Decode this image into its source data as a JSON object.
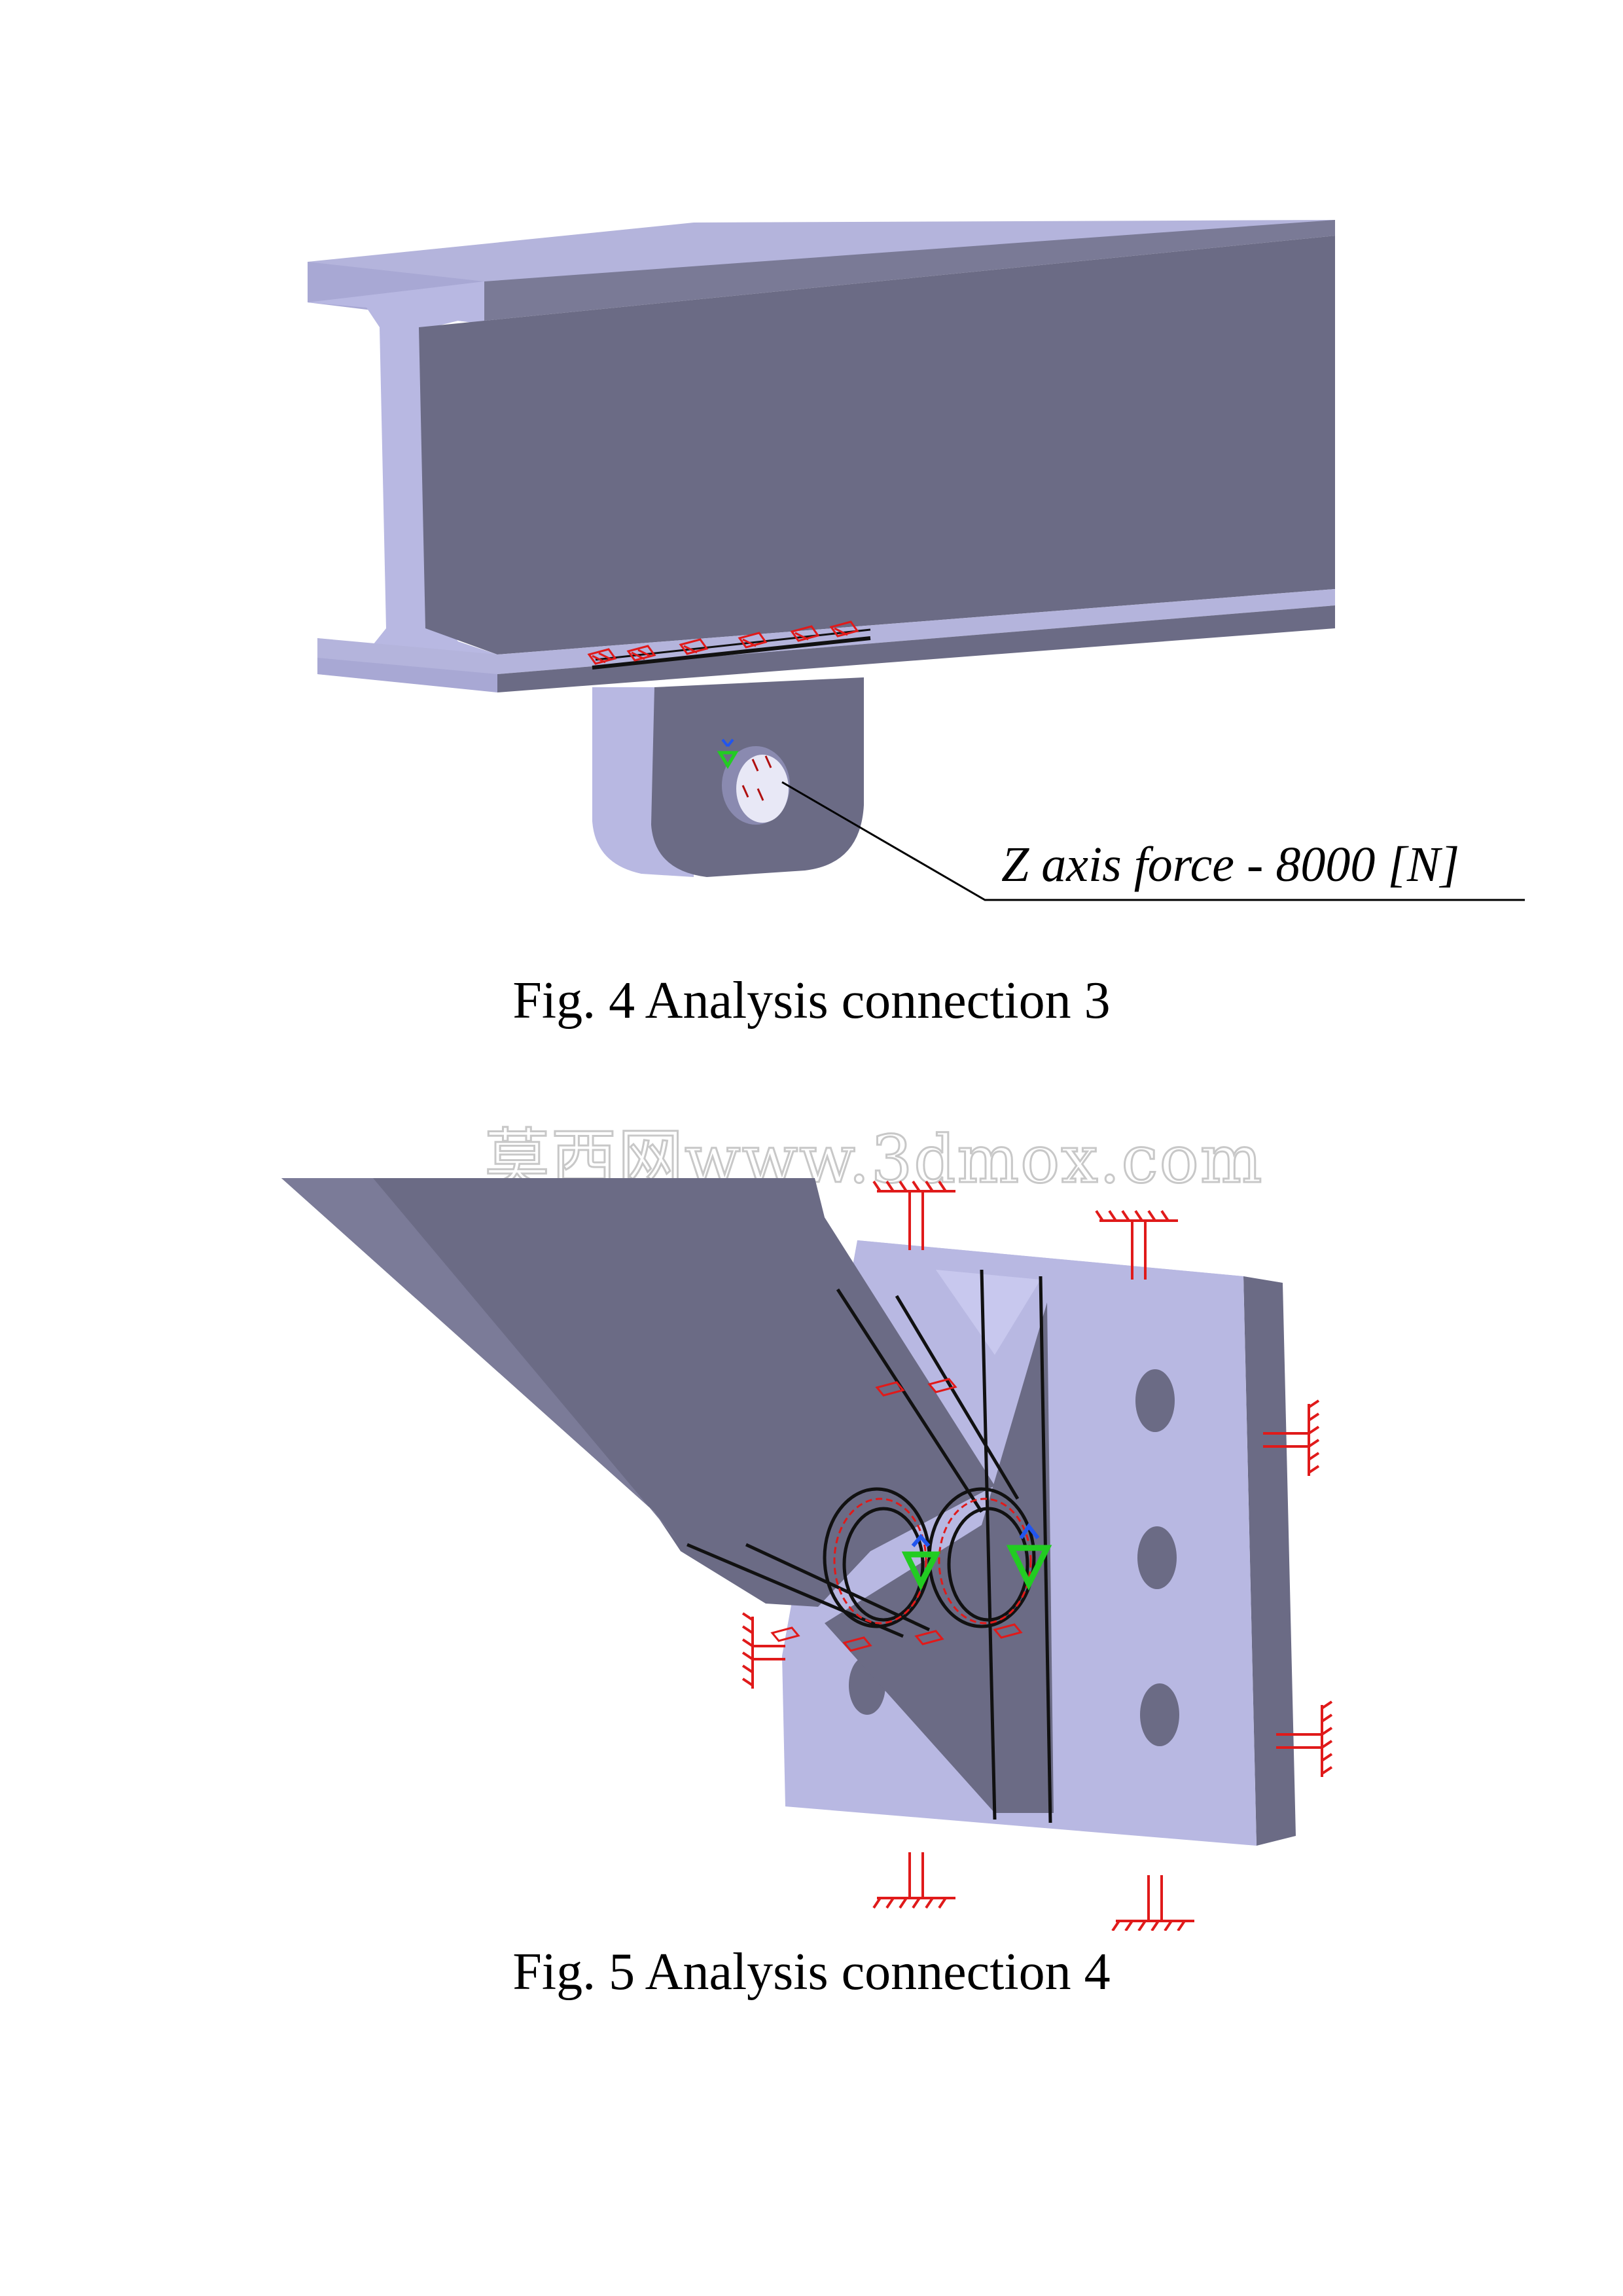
{
  "figure4": {
    "caption": "Fig. 4 Analysis connection 3",
    "annotation": "Z axis force -  8000 [N]"
  },
  "figure5": {
    "caption": "Fig. 5 Analysis connection 4"
  },
  "watermark": "莫西网www.3dmox.com",
  "colors": {
    "face_dark": "#6b6b85",
    "face_light": "#b8b8dc",
    "face_mid": "#9a9ac4",
    "restraint": "#e01a1a",
    "marker": "#22cc22"
  }
}
